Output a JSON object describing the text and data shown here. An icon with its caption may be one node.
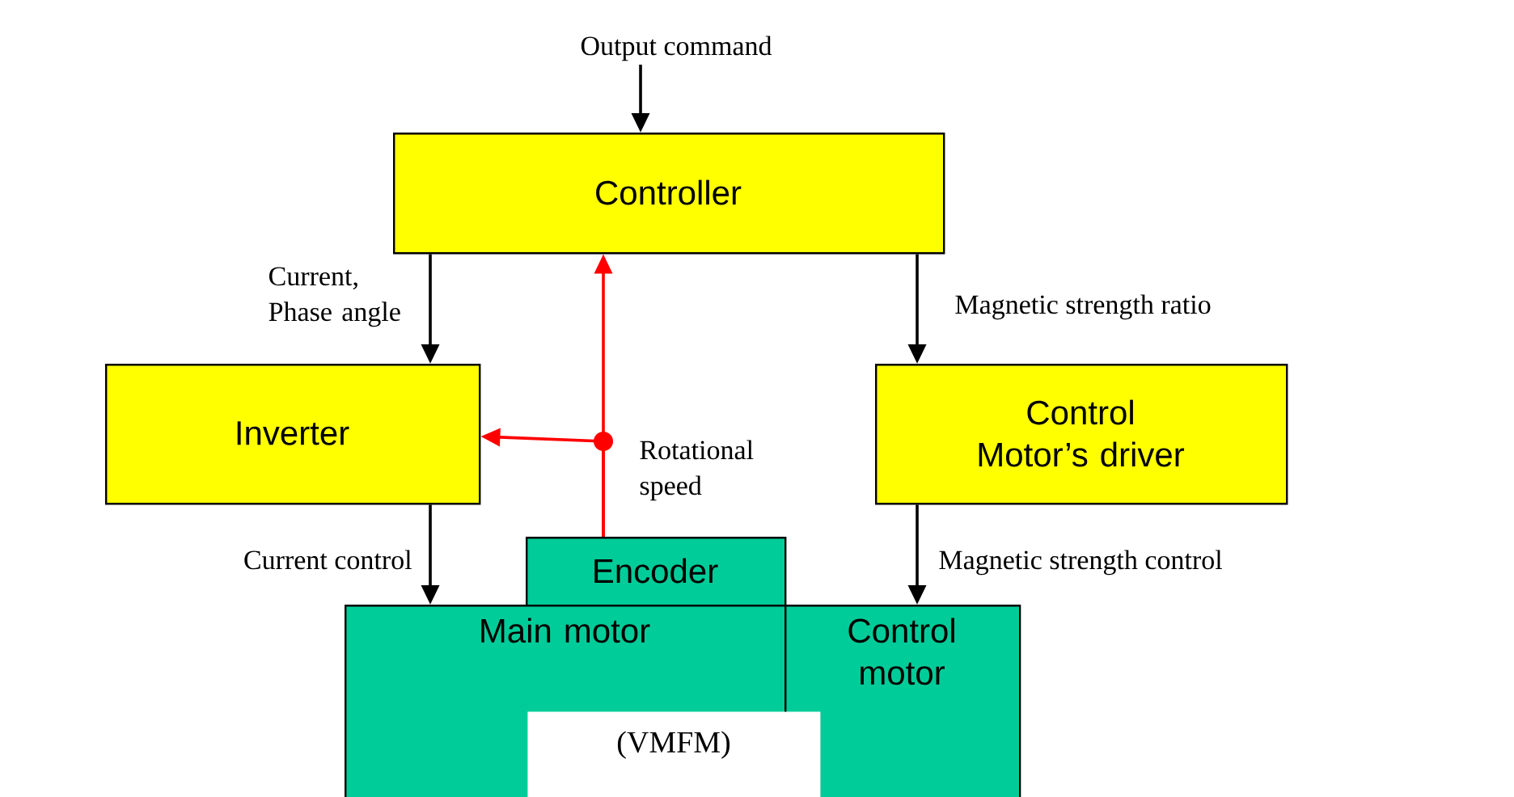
{
  "diagram": {
    "nodes": [
      {
        "text": [
          "Controller"
        ]
      },
      {
        "text": [
          "Inverter"
        ]
      },
      {
        "text": [
          "Control Motor’s driver"
        ]
      },
      {
        "text": [
          "Encoder"
        ]
      },
      {
        "text": [
          "Main motor"
        ]
      },
      {
        "text": [
          "Control motor"
        ]
      },
      {
        "text": [
          "(VMFM)"
        ]
      }
    ],
    "edges": [
      {
        "from": null,
        "to": 0,
        "arrow": "to",
        "label": "Output command"
      },
      {
        "from": 0,
        "to": 1,
        "arrow": "to",
        "label": "Current, Phase angle"
      },
      {
        "from": 0,
        "to": 2,
        "arrow": "to",
        "label": "Magnetic strength ratio"
      },
      {
        "from": 1,
        "to": 4,
        "arrow": "to",
        "label": "Current control"
      },
      {
        "from": 2,
        "to": 5,
        "arrow": "to",
        "label": "Magnetic strength control"
      },
      {
        "from": 3,
        "to": 0,
        "arrow": "to",
        "color": "#ff0000",
        "label": "Rotational speed"
      },
      {
        "from": 3,
        "to": 1,
        "arrow": "to",
        "color": "#ff0000"
      }
    ]
  }
}
